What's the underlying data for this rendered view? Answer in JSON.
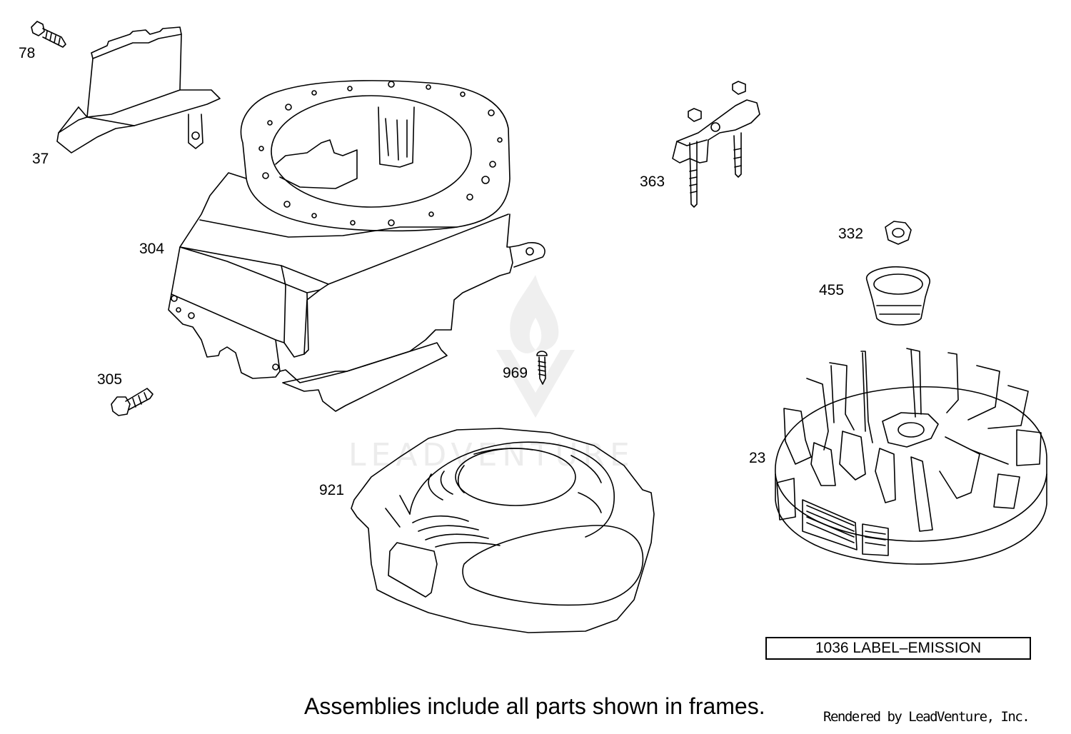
{
  "labels": {
    "p78": "78",
    "p37": "37",
    "p304": "304",
    "p305": "305",
    "p969": "969",
    "p921": "921",
    "p363": "363",
    "p332": "332",
    "p455": "455",
    "p23": "23"
  },
  "emission_frame": "1036 LABEL–EMISSION",
  "footer_note": "Assemblies include all parts shown in frames.",
  "credit": "Rendered by LeadVenture, Inc.",
  "watermark": "LEADVENTURE",
  "colors": {
    "line": "#000000",
    "watermark": "#ececec"
  }
}
